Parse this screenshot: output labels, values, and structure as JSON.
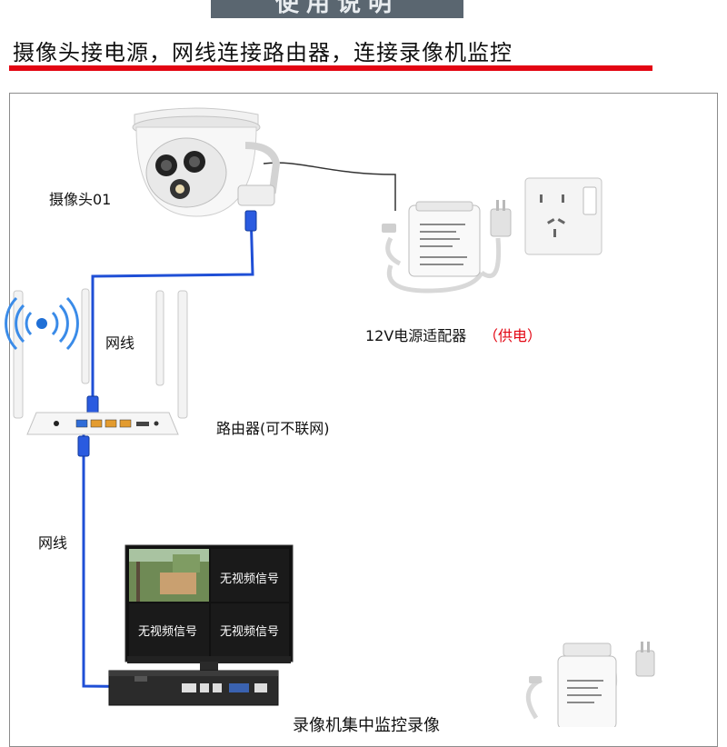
{
  "banner": {
    "title": "使用说明"
  },
  "heading": "摄像头接电源，网线连接路由器，连接录像机监控",
  "labels": {
    "camera": "摄像头01",
    "cable_top": "网线",
    "cable_bottom": "网线",
    "router": "路由器(可不联网)",
    "adapter": "12V电源适配器",
    "adapter_note": "（供电）",
    "nvr": "录像机集中监控录像"
  },
  "monitor": {
    "tiles": [
      "无视频信号",
      "无视频信号",
      "无视频信号"
    ]
  },
  "colors": {
    "accent_red": "#e30613",
    "cable_blue": "#1f4fd6",
    "banner_bg": "#5a6670"
  },
  "icons": [
    "wifi-signal-icon"
  ]
}
